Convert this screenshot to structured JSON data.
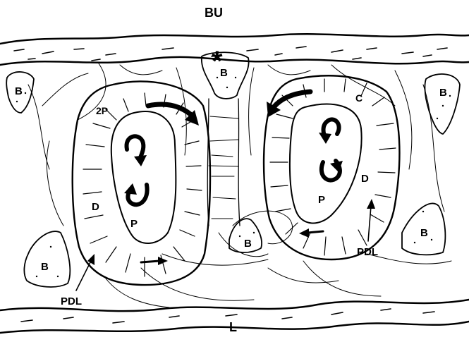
{
  "labels": {
    "top_tissue": "BU",
    "bottom_tissue": "L",
    "bone": "B",
    "asterisk": "*",
    "second_predentin": "2P",
    "cementum": "C",
    "dentin": "D",
    "pulp": "P",
    "ligament": "PDL"
  },
  "colors": {
    "ink": "#000000",
    "paper": "#ffffff"
  },
  "icons": [
    "curved-arrow-icon",
    "straight-arrow-icon",
    "pointer-arrow-icon"
  ]
}
